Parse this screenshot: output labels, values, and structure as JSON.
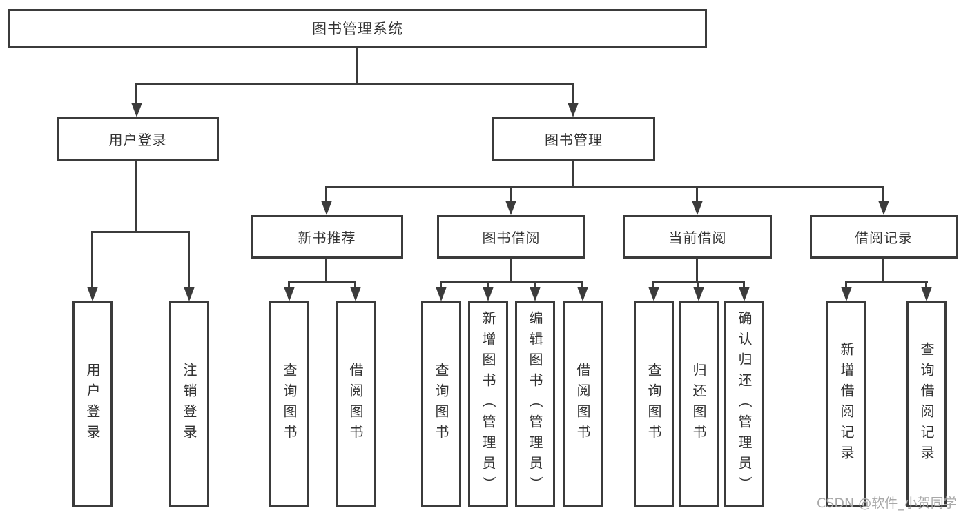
{
  "diagram": {
    "root": {
      "label": "图书管理系统"
    },
    "level2": [
      {
        "label": "用户登录"
      },
      {
        "label": "图书管理"
      }
    ],
    "level3": [
      {
        "label": "新书推荐"
      },
      {
        "label": "图书借阅"
      },
      {
        "label": "当前借阅"
      },
      {
        "label": "借阅记录"
      }
    ],
    "leaves": {
      "user_login": [
        "用户登录",
        "注销登录"
      ],
      "new_books": [
        "查询图书",
        "借阅图书"
      ],
      "book_borrow": [
        "查询图书",
        "新增图书（管理员）",
        "编辑图书（管理员）",
        "借阅图书"
      ],
      "current_borrow": [
        "查询图书",
        "归还图书",
        "确认归还（管理员）"
      ],
      "borrow_records": [
        "新增借阅记录",
        "查询借阅记录"
      ]
    }
  },
  "watermark": {
    "text": "CSDN @软件_小贺同学"
  },
  "colors": {
    "line": "#3b3b3b",
    "text": "#333333",
    "watermark": "#a8a8a8",
    "background": "#ffffff"
  }
}
